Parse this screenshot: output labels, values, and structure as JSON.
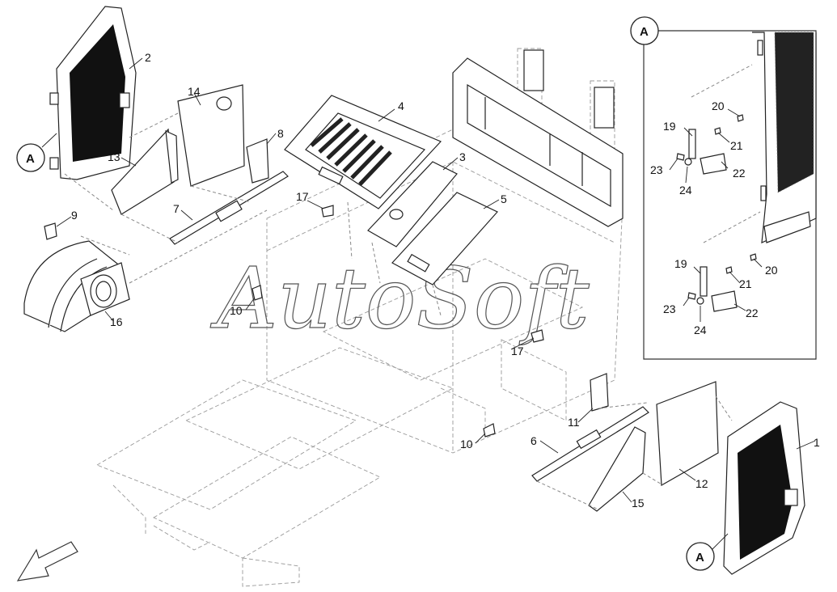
{
  "watermark": "AutoSoft",
  "detail_ref": "A",
  "callouts": {
    "c1": "1",
    "c2": "2",
    "c3": "3",
    "c4": "4",
    "c5": "5",
    "c6": "6",
    "c7": "7",
    "c8": "8",
    "c9": "9",
    "c10a": "10",
    "c10b": "10",
    "c11": "11",
    "c12": "12",
    "c13": "13",
    "c14": "14",
    "c15": "15",
    "c16": "16",
    "c17a": "17",
    "c17b": "17"
  },
  "detail_callouts": {
    "d19a": "19",
    "d20a": "20",
    "d21a": "21",
    "d22a": "22",
    "d23a": "23",
    "d24a": "24",
    "d19b": "19",
    "d20b": "20",
    "d21b": "21",
    "d22b": "22",
    "d23b": "23",
    "d24b": "24"
  }
}
